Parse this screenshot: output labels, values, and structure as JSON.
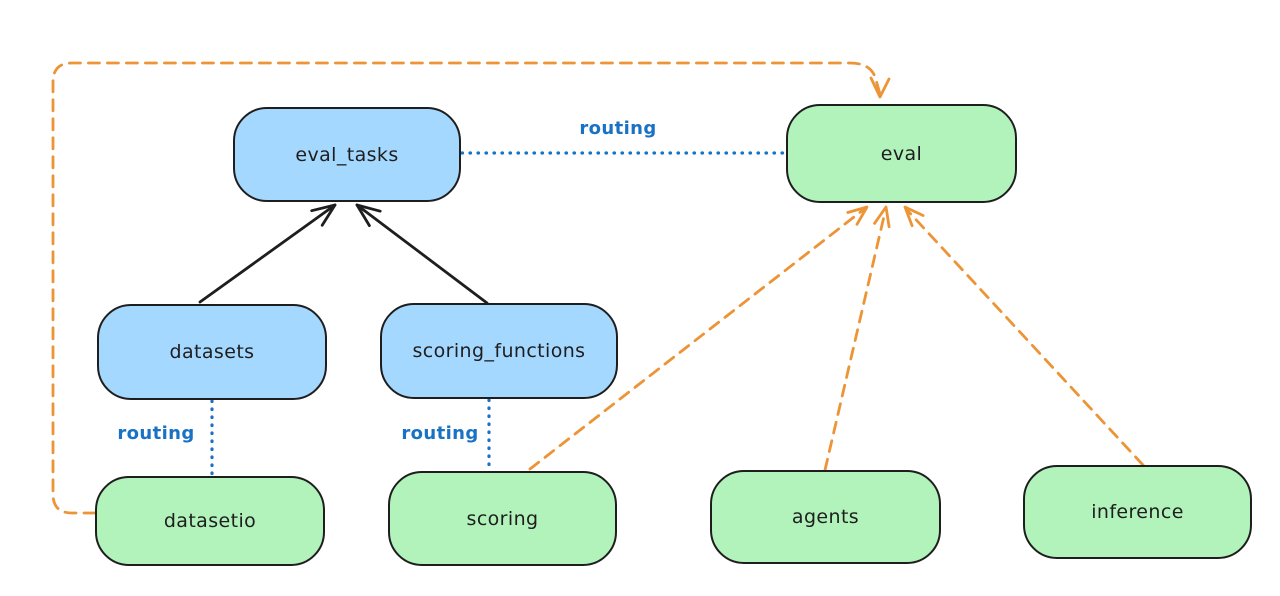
{
  "diagram": {
    "nodes": [
      {
        "id": "eval_tasks",
        "label": "eval_tasks",
        "fill": "blue"
      },
      {
        "id": "eval",
        "label": "eval",
        "fill": "green"
      },
      {
        "id": "datasets",
        "label": "datasets",
        "fill": "blue"
      },
      {
        "id": "scoring_functions",
        "label": "scoring_functions",
        "fill": "blue"
      },
      {
        "id": "datasetio",
        "label": "datasetio",
        "fill": "green"
      },
      {
        "id": "scoring",
        "label": "scoring",
        "fill": "green"
      },
      {
        "id": "agents",
        "label": "agents",
        "fill": "green"
      },
      {
        "id": "inference",
        "label": "inference",
        "fill": "green"
      }
    ],
    "edges": [
      {
        "from": "datasets",
        "to": "eval_tasks",
        "style": "solid-arrow",
        "color": "black"
      },
      {
        "from": "scoring_functions",
        "to": "eval_tasks",
        "style": "solid-arrow",
        "color": "black"
      },
      {
        "from": "eval_tasks",
        "to": "eval",
        "style": "dotted-line",
        "color": "blue",
        "label": "routing"
      },
      {
        "from": "datasets",
        "to": "datasetio",
        "style": "dotted-line",
        "color": "blue",
        "label": "routing"
      },
      {
        "from": "scoring_functions",
        "to": "scoring",
        "style": "dotted-line",
        "color": "blue",
        "label": "routing"
      },
      {
        "from": "datasetio",
        "to": "eval",
        "style": "dashed-arrow",
        "color": "orange"
      },
      {
        "from": "scoring",
        "to": "eval",
        "style": "dashed-arrow",
        "color": "orange"
      },
      {
        "from": "agents",
        "to": "eval",
        "style": "dashed-arrow",
        "color": "orange"
      },
      {
        "from": "inference",
        "to": "eval",
        "style": "dashed-arrow",
        "color": "orange"
      }
    ],
    "edge_labels": [
      {
        "text": "routing"
      },
      {
        "text": "routing"
      },
      {
        "text": "routing"
      }
    ],
    "colors": {
      "blue_fill": "#a5d8ff",
      "green_fill": "#b2f2bb",
      "stroke": "#1e1e1e",
      "orange": "#ec9436",
      "routing_blue": "#1a72c4",
      "background": "#ffffff"
    }
  }
}
